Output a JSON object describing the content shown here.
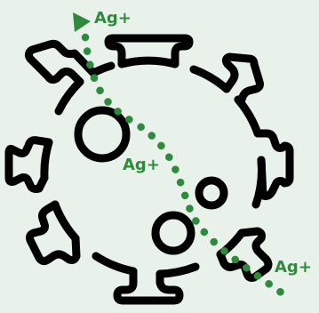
{
  "colors": {
    "background": "#e9f2ea",
    "virus_outline": "#000000",
    "ion_path": "#2e8b3e",
    "label_text": "#2e8b3e"
  },
  "virus": {
    "icon": "virus-icon"
  },
  "ion_path": {
    "icon": "dotted-arrow-icon"
  },
  "labels": {
    "top": "Ag+",
    "middle": "Ag+",
    "right": "Ag+"
  }
}
